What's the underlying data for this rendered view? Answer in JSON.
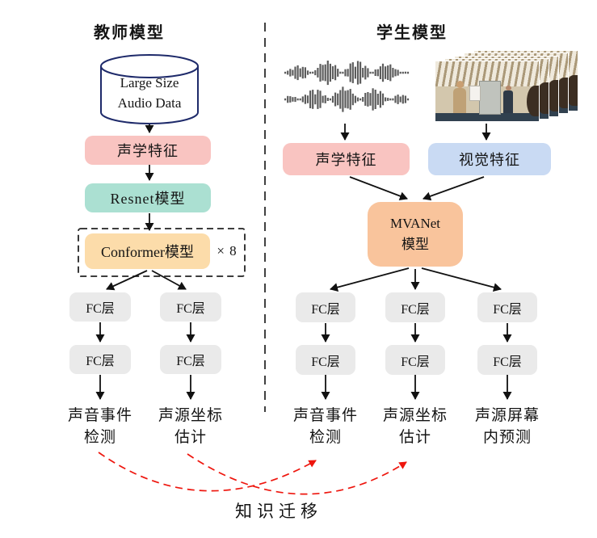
{
  "teacher": {
    "title": "教师模型",
    "database": {
      "line1": "Large Size",
      "line2": "Audio Data"
    },
    "acoustic_features_label": "声学特征",
    "resnet_label": "Resnet模型",
    "conformer_label": "Conformer模型",
    "conformer_multiplier": "× 8",
    "fc_label": "FC层",
    "outputs": [
      {
        "line1": "声音事件",
        "line2": "检测"
      },
      {
        "line1": "声源坐标",
        "line2": "估计"
      }
    ]
  },
  "student": {
    "title": "学生模型",
    "acoustic_features_label": "声学特征",
    "visual_features_label": "视觉特征",
    "mvanet": {
      "line1": "MVANet",
      "line2": "模型"
    },
    "fc_label": "FC层",
    "outputs": [
      {
        "line1": "声音事件",
        "line2": "检测"
      },
      {
        "line1": "声源坐标",
        "line2": "估计"
      },
      {
        "line1": "声源屏幕",
        "line2": "内预测"
      }
    ]
  },
  "knowledge_transfer_label": "知识迁移",
  "graphics": {
    "database_icon": "audio-database-cylinder",
    "waveform_icon": "audio-waveform",
    "video_icon": "video-frames-stack",
    "separator": "vertical-dashed-divider"
  },
  "colors": {
    "acoustic_pink": "#f9c4c1",
    "resnet_teal": "#abe0d2",
    "conformer_peach": "#fcdcaa",
    "mvanet_orange": "#f9c49c",
    "visual_blue": "#c9daf3",
    "fc_gray": "#eaeaea",
    "transfer_red": "#ee160e",
    "cylinder_navy": "#1e2a6a"
  }
}
